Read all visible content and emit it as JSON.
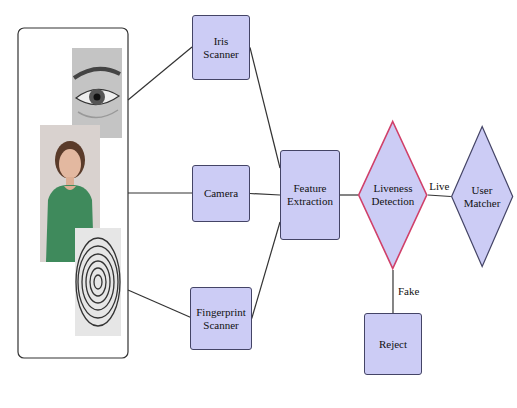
{
  "diagram": {
    "nodes": [
      {
        "text": [
          "Iris Scanner"
        ]
      },
      {
        "text": [
          "Camera"
        ]
      },
      {
        "text": [
          "Fingerprint Scanner"
        ]
      },
      {
        "text": [
          "Feature Extraction"
        ]
      },
      {
        "text": [
          "Liveness Detection"
        ]
      },
      {
        "text": [
          "User Matcher"
        ]
      },
      {
        "text": [
          "Reject"
        ]
      }
    ],
    "edges": [
      {
        "from": 0,
        "to": 3,
        "arrow": "none"
      },
      {
        "from": 1,
        "to": 3,
        "arrow": "none"
      },
      {
        "from": 2,
        "to": 3,
        "arrow": "none"
      },
      {
        "from": 3,
        "to": 4,
        "arrow": "none"
      },
      {
        "from": 4,
        "to": 5,
        "label": "Live",
        "arrow": "none"
      },
      {
        "from": 4,
        "to": 6,
        "label": "Fake",
        "arrow": "none"
      }
    ]
  }
}
